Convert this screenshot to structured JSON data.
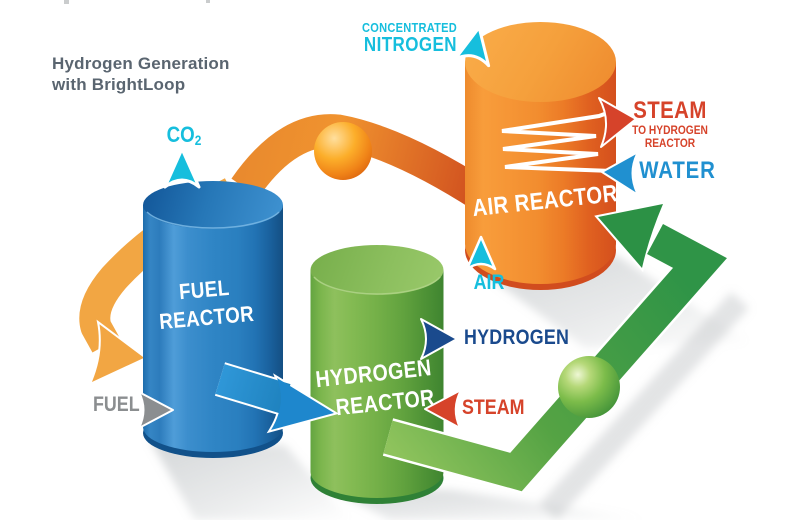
{
  "title": {
    "line1": "Hydrogen Generation",
    "line2": "with BrightLoop"
  },
  "reactors": {
    "fuel": {
      "name_line1": "FUEL",
      "name_line2": "REACTOR"
    },
    "hydrogen": {
      "name_line1": "HYDROGEN",
      "name_line2": "REACTOR"
    },
    "air": {
      "name": "AIR REACTOR"
    }
  },
  "streams": {
    "co2": {
      "formula": "CO",
      "subscript": "2"
    },
    "nitrogen": {
      "line1": "CONCENTRATED",
      "line2": "NITROGEN"
    },
    "steam_out": {
      "label": "STEAM",
      "note_line1": "TO HYDROGEN",
      "note_line2": "REACTOR"
    },
    "water": {
      "label": "WATER"
    },
    "air": {
      "label": "AIR"
    },
    "hydrogen": {
      "label": "HYDROGEN"
    },
    "steam_in": {
      "label": "STEAM"
    },
    "fuel": {
      "label": "FUEL"
    }
  },
  "icons": {
    "co2_arrow": "up-triangle",
    "nitrogen_arrow": "up-triangle",
    "air_arrow": "up-triangle",
    "steam_out_arrow": "right-triangle",
    "water_arrow": "left-triangle",
    "hydrogen_arrow": "right-triangle",
    "steam_in_arrow": "left-triangle",
    "fuel_arrow": "right-triangle"
  },
  "colors": {
    "title_gray": "#5a6570",
    "cyan": "#16bedd",
    "red": "#d6432a",
    "water_blue": "#2090d0",
    "navy": "#1a4a8d",
    "fuel_gray": "#8b8e90",
    "fuel_reactor_blue": "#2f85c5",
    "hydrogen_reactor_green": "#74b048",
    "air_reactor_orange": "#f28d2f",
    "pipe_orange_dark": "#d5521e",
    "pipe_amber": "#f2a643",
    "pipe_blue": "#1e87cd",
    "pipe_green": "#3a9a48",
    "white": "#ffffff"
  }
}
